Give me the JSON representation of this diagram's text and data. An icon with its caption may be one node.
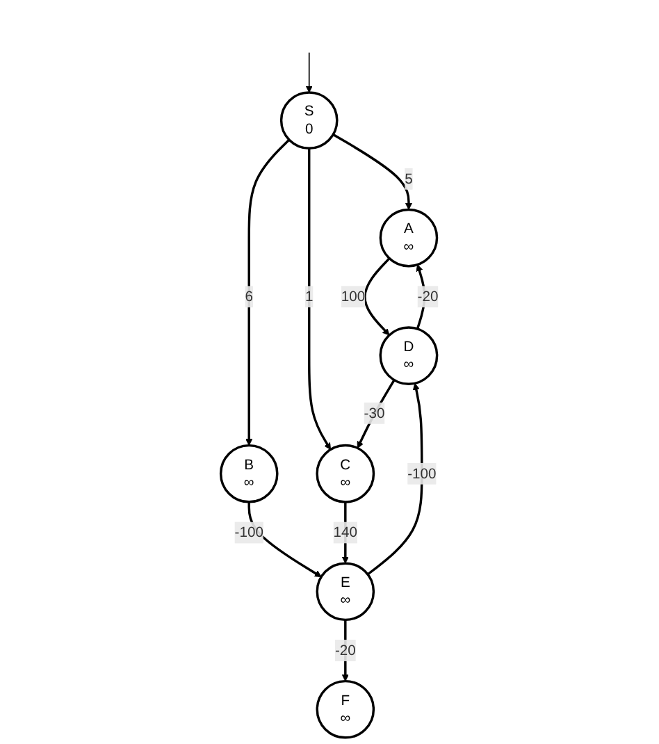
{
  "diagram": {
    "nodes": [
      {
        "text": [
          "S",
          "0"
        ]
      },
      {
        "text": [
          "A",
          "∞"
        ]
      },
      {
        "text": [
          "B",
          "∞"
        ]
      },
      {
        "text": [
          "C",
          "∞"
        ]
      },
      {
        "text": [
          "D",
          "∞"
        ]
      },
      {
        "text": [
          "E",
          "∞"
        ]
      },
      {
        "text": [
          "F",
          "∞"
        ]
      }
    ],
    "edges": [
      {
        "from": null,
        "to": 0,
        "arrow": "to"
      },
      {
        "from": 0,
        "to": 1,
        "arrow": "to",
        "label": "5"
      },
      {
        "from": 0,
        "to": 2,
        "arrow": "to",
        "label": "6"
      },
      {
        "from": 0,
        "to": 3,
        "arrow": "to",
        "label": "1"
      },
      {
        "from": 1,
        "to": 4,
        "arrow": "to",
        "label": "100"
      },
      {
        "from": 4,
        "to": 1,
        "arrow": "to",
        "label": "-20"
      },
      {
        "from": 2,
        "to": 5,
        "arrow": "to",
        "label": "-100"
      },
      {
        "from": 3,
        "to": 5,
        "arrow": "to",
        "label": "140"
      },
      {
        "from": 5,
        "to": 4,
        "arrow": "to",
        "label": "-100"
      },
      {
        "from": 5,
        "to": 6,
        "arrow": "to",
        "label": "-20"
      },
      {
        "from": 4,
        "to": 3,
        "arrow": "to",
        "label": "-30"
      }
    ]
  }
}
